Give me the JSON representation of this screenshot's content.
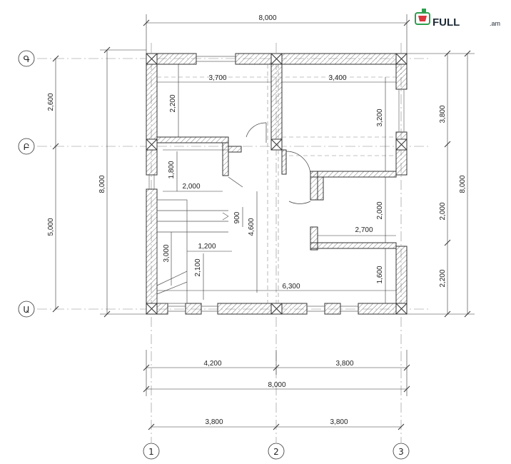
{
  "logo": {
    "text": "FULL",
    "suffix": ".am"
  },
  "axes": {
    "rows": [
      "Գ",
      "Բ",
      "Ա"
    ],
    "columns": [
      "1",
      "2",
      "3"
    ]
  },
  "dimensions": {
    "top_total": "8,000",
    "room_top_left_width": "3,700",
    "room_top_right_width": "3,400",
    "room_top_left_height": "2,200",
    "room_top_right_height": "3,200",
    "bath_height": "1,800",
    "bath_width": "2,000",
    "stair_step": "900",
    "hall_height": "4,600",
    "stair_width": "1,200",
    "stair_length": "3,000",
    "stair_run": "2,100",
    "hall_width": "6,300",
    "right_room_width": "2,700",
    "right_room_height": "2,000",
    "right_bottom_height": "1,600",
    "left_2600": "2,600",
    "left_5000": "5,000",
    "left_total": "8,000",
    "right_3800": "3,800",
    "right_2000": "2,000",
    "right_2200": "2,200",
    "right_total": "8,000",
    "bottom_left": "4,200",
    "bottom_right": "3,800",
    "bottom_total": "8,000",
    "axis_left": "3,800",
    "axis_right": "3,800"
  }
}
